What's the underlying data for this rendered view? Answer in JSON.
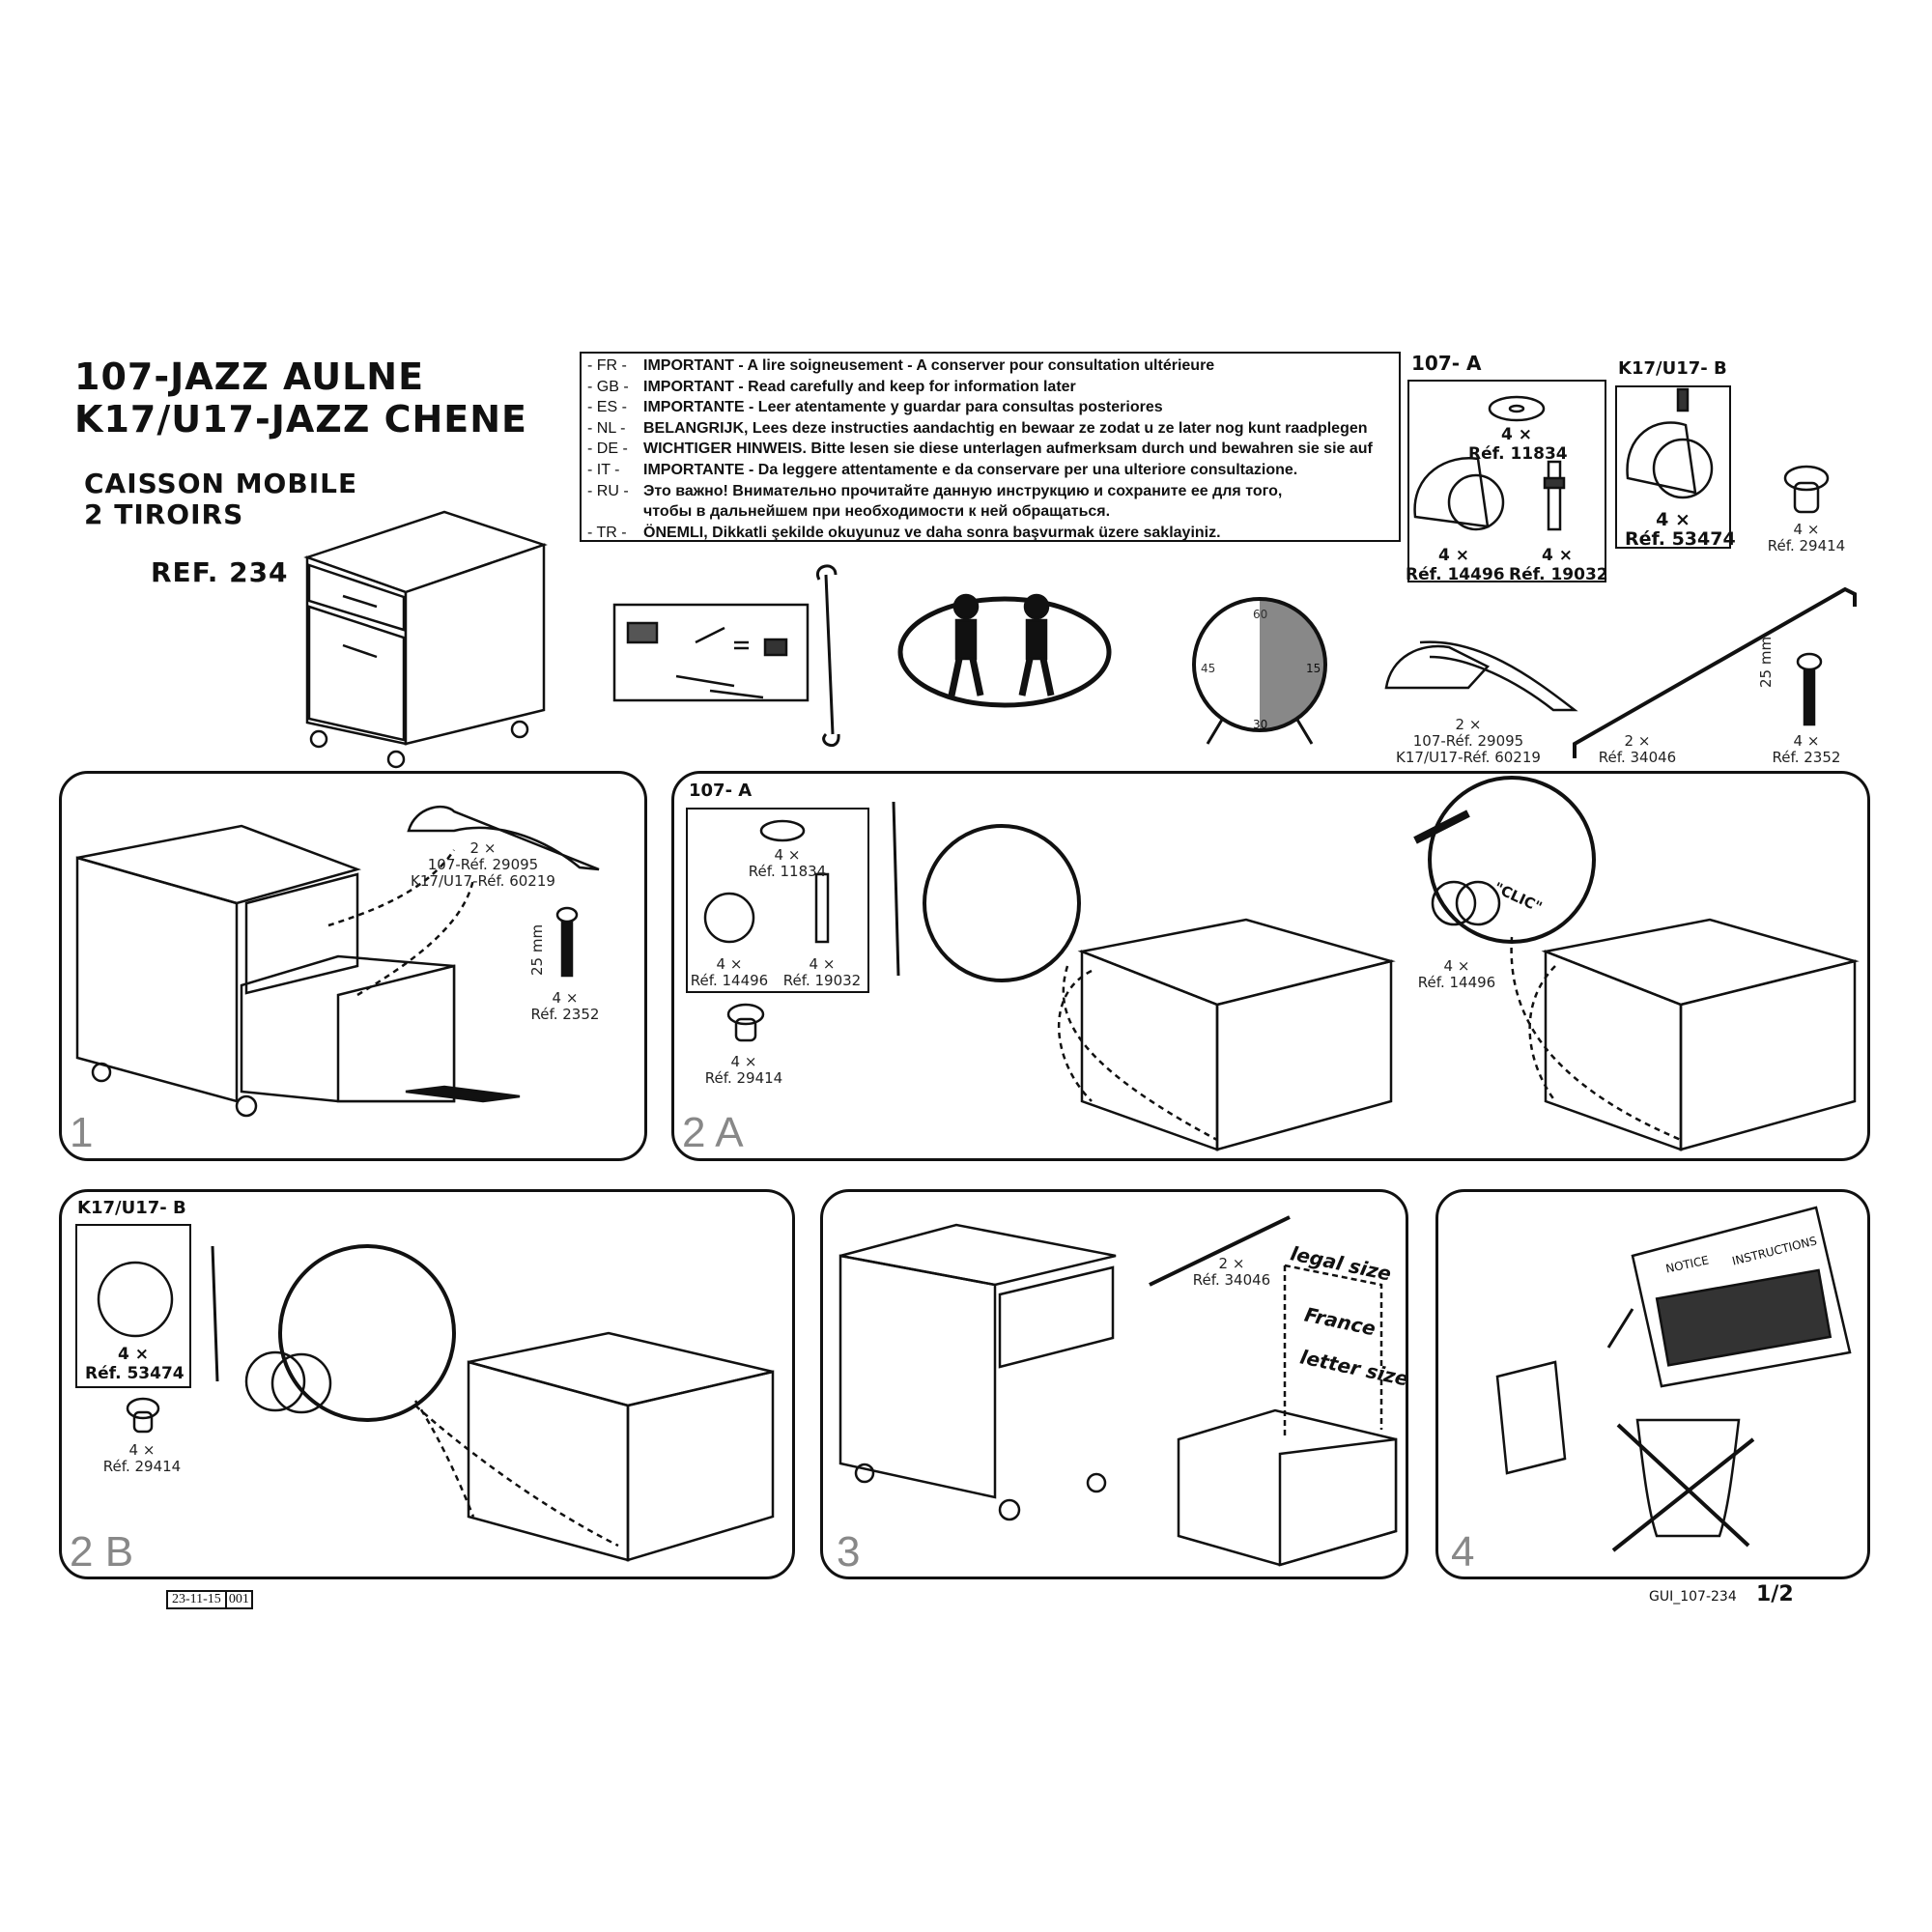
{
  "header": {
    "title_line1": "107-JAZZ AULNE",
    "title_line2": "K17/U17-JAZZ CHENE",
    "product_line1": "CAISSON MOBILE",
    "product_line2": "2 TIROIRS",
    "reference": "REF. 234"
  },
  "notice": [
    {
      "code": "- FR -",
      "text": "IMPORTANT - A lire soigneusement - A conserver pour consultation ultérieure"
    },
    {
      "code": "- GB -",
      "text": "IMPORTANT - Read carefully and keep for information later"
    },
    {
      "code": "- ES -",
      "text": "IMPORTANTE - Leer atentamente y guardar para consultas posteriores"
    },
    {
      "code": "- NL -",
      "text": "BELANGRIJK, Lees deze instructies aandachtig en bewaar ze zodat u ze later nog kunt raadplegen"
    },
    {
      "code": "- DE -",
      "text": "WICHTIGER HINWEIS. Bitte lesen sie diese unterlagen aufmerksam durch und bewahren sie sie auf"
    },
    {
      "code": "-  IT  -",
      "text": "IMPORTANTE - Da leggere attentamente e da conservare per una ulteriore consultazione."
    },
    {
      "code": "- RU -",
      "text": "Это важно! Внимательно прочитайте данную инструкцию и сохраните ее для того,"
    },
    {
      "code": "",
      "text": "чтобы в дальнейшем при необходимости к ней обращаться."
    },
    {
      "code": "- TR -",
      "text": "ÖNEMLI, Dikkatli şekilde okuyunuz ve daha sonra başvurmak üzere saklayiniz."
    }
  ],
  "parts": {
    "kit_a_label": "107- A",
    "kit_b_label": "K17/U17- B",
    "washer": {
      "qty": "4 ×",
      "ref": "Réf. 11834"
    },
    "caster_a": {
      "qty": "4 ×",
      "ref": "Réf. 14496"
    },
    "stem": {
      "qty": "4 ×",
      "ref": "Réf. 19032"
    },
    "caster_b": {
      "qty": "4 ×",
      "ref": "Réf. 53474"
    },
    "insert": {
      "qty": "4 ×",
      "ref": "Réf. 29414"
    },
    "handle": {
      "qty": "2 ×",
      "ref1": "107-Réf. 29095",
      "ref2": "K17/U17-Réf. 60219"
    },
    "rod": {
      "qty": "2 ×",
      "ref": "Réf. 34046"
    },
    "screw": {
      "qty": "4 ×",
      "ref": "Réf. 2352",
      "length": "25 mm"
    }
  },
  "clock": {
    "marks": [
      "60",
      "15",
      "30",
      "45"
    ],
    "filled_fraction": 0.5
  },
  "steps": [
    {
      "number": "1"
    },
    {
      "number": "2 A",
      "clic": "\"CLIC\""
    },
    {
      "number": "2 B"
    },
    {
      "number": "3",
      "sizes": [
        "legal size",
        "France",
        "letter size"
      ]
    },
    {
      "number": "4",
      "notice_word": "NOTICE",
      "instructions_word": "INSTRUCTIONS"
    }
  ],
  "footer": {
    "date": "23-11-15",
    "revision": "001",
    "doc_code": "GUI_107-234",
    "page": "1/2"
  }
}
